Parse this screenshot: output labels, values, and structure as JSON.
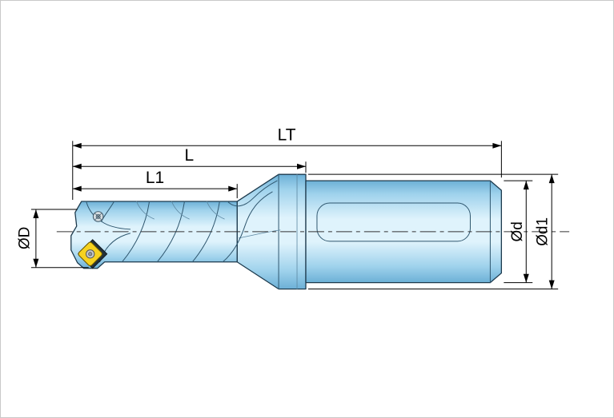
{
  "diagram": {
    "name": "indexable-insert-drill-dimension-drawing",
    "labels": {
      "lt": "LT",
      "l": "L",
      "l1": "L1",
      "dia_cutting": "ØD",
      "dia_shank": "Ød",
      "dia_flange": "Ød1"
    },
    "colors": {
      "body_dark": "#6cb0d6",
      "body_mid": "#9fd2ec",
      "body_light": "#dff3fc",
      "outline": "#1d3a4d",
      "insert_yellow": "#f6d21f",
      "screw_grey": "#c4c9cc",
      "dimension_line": "#000000"
    }
  }
}
